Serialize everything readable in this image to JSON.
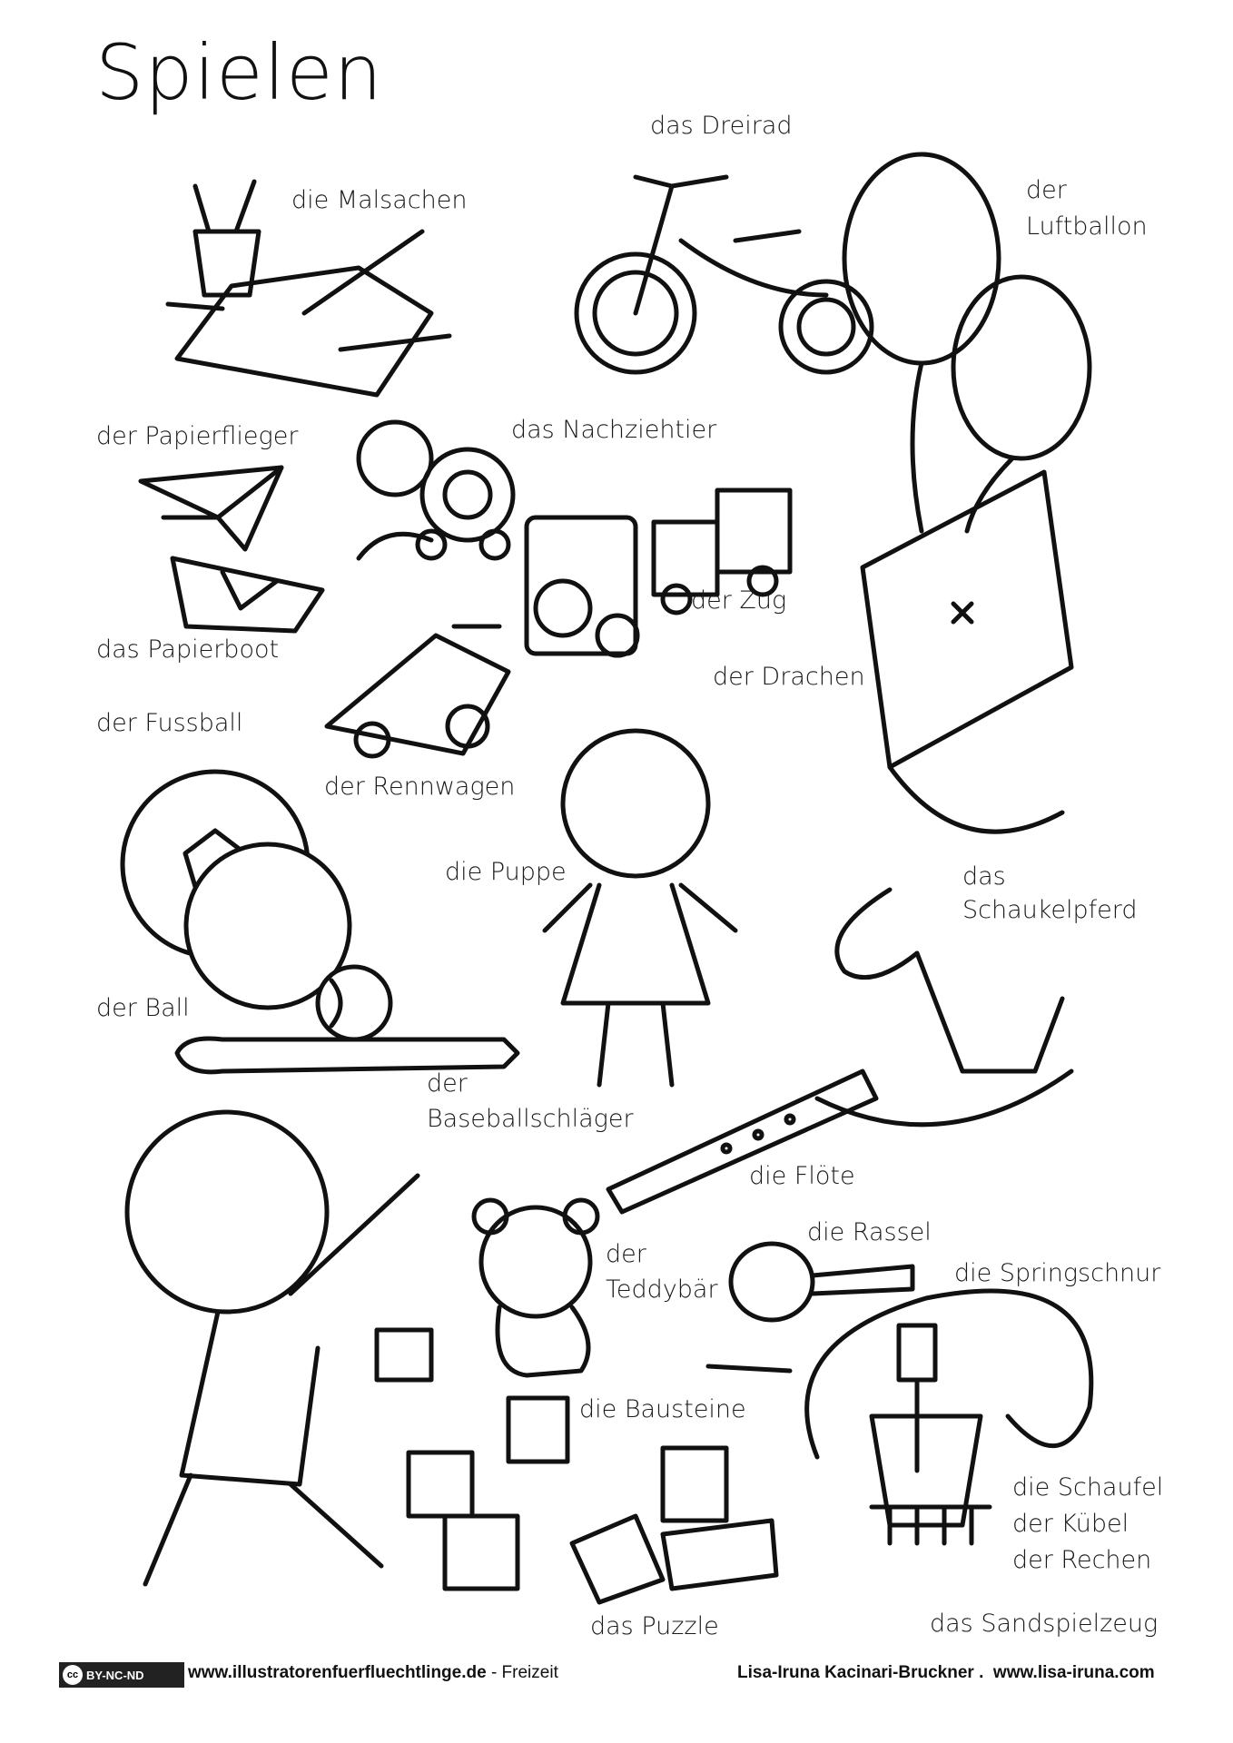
{
  "title": "Spielen",
  "labels": {
    "malsachen": "die Malsachen",
    "dreirad": "das Dreirad",
    "luftballon_1": "der",
    "luftballon_2": "Luftballon",
    "papierflieger": "der Papierflieger",
    "nachziehtier": "das Nachziehtier",
    "zug": "der Zug",
    "papierboot": "das Papierboot",
    "drachen": "der Drachen",
    "fussball": "der Fussball",
    "rennwagen": "der Rennwagen",
    "puppe": "die Puppe",
    "schaukelpferd_1": "das",
    "schaukelpferd_2": "Schaukelpferd",
    "ball": "der Ball",
    "baseball_1": "der",
    "baseball_2": "Baseballschläger",
    "floete": "die Flöte",
    "rassel": "die Rassel",
    "teddy_1": "der",
    "teddy_2": "Teddybär",
    "springschnur": "die Springschnur",
    "bausteine": "die Bausteine",
    "schaufel": "die Schaufel",
    "kuebel": "der Kübel",
    "rechen": "der Rechen",
    "puzzle": "das Puzzle",
    "sandspielzeug": "das Sandspielzeug"
  },
  "footer": {
    "license_badge": "BY-NC-ND",
    "license_icon": "cc",
    "site": "www.illustratorenfuerfluechtlinge.de",
    "category": " - Freizeit",
    "author": "Lisa-Iruna Kacinari-Bruckner",
    "author_site": ".  www.lisa-iruna.com"
  }
}
